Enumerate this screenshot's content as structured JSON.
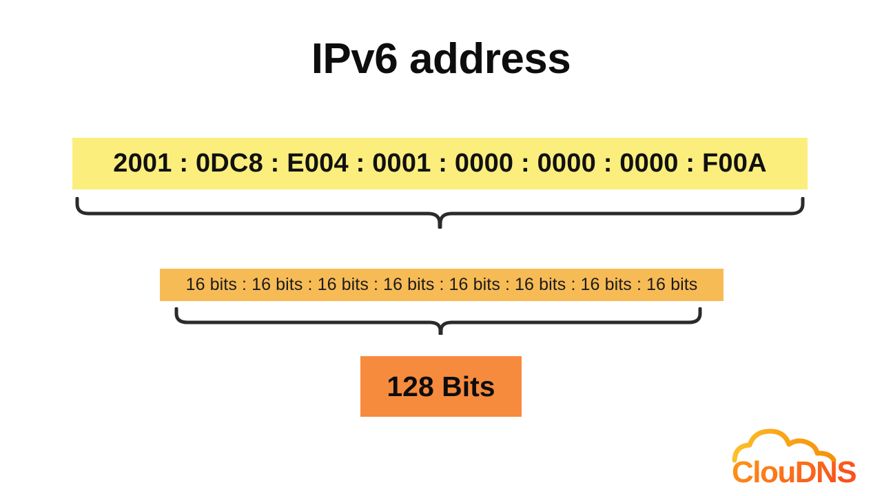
{
  "slide": {
    "title": "IPv6 address",
    "background_color": "#FFFFFF"
  },
  "address_bar": {
    "value": "2001 : 0DC8 : E004 : 0001 : 0000 : 0000 : 0000 : F00A",
    "groups": [
      "2001",
      "0DC8",
      "E004",
      "0001",
      "0000",
      "0000",
      "0000",
      "F00A"
    ],
    "separator": ":",
    "background_color": "#FBEE7D",
    "text_color": "#111111"
  },
  "bits_bar": {
    "value": "16 bits : 16 bits : 16 bits : 16 bits : 16 bits : 16 bits : 16 bits : 16 bits",
    "segment_label": "16 bits",
    "segment_count": 8,
    "background_color": "#F7BB56",
    "text_color": "#1B1B1B"
  },
  "total_box": {
    "label": "128 Bits",
    "background_color": "#F68B3E",
    "text_color": "#0D0D0D"
  },
  "braces": {
    "top": {
      "name": "brace-address-to-bits",
      "color": "#2B2B2B"
    },
    "bottom": {
      "name": "brace-bits-to-total",
      "color": "#2B2B2B"
    }
  },
  "logo": {
    "text": "ClouDNS",
    "cloud_color": "#FBAF17",
    "text_color_start": "#FBA617",
    "text_color_end": "#F9511D"
  }
}
